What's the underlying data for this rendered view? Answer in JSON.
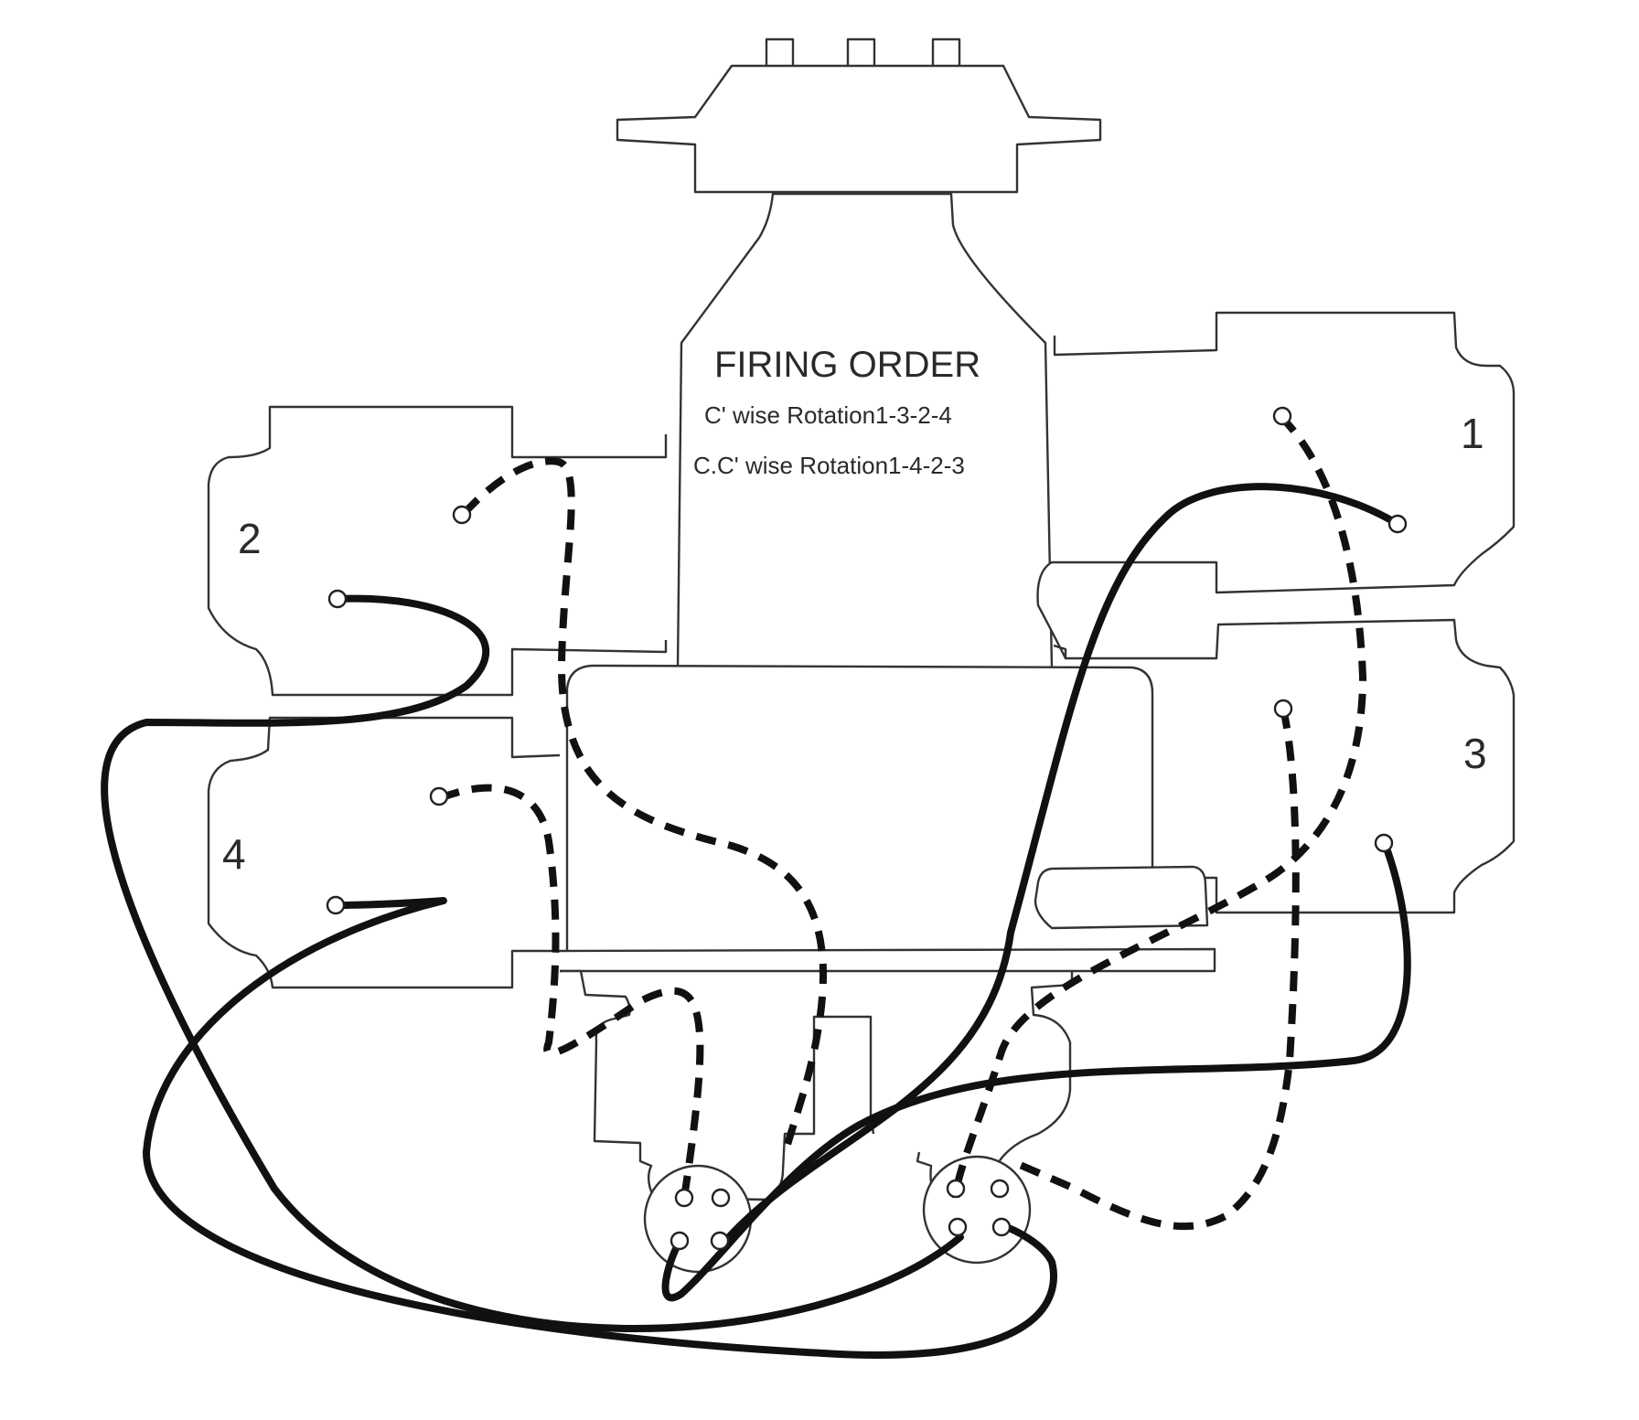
{
  "title": "FIRING ORDER",
  "rotation_cw": "C' wise Rotation1-3-2-4",
  "rotation_ccw": "C.C' wise Rotation1-4-2-3",
  "cylinders": [
    "1",
    "2",
    "3",
    "4"
  ]
}
